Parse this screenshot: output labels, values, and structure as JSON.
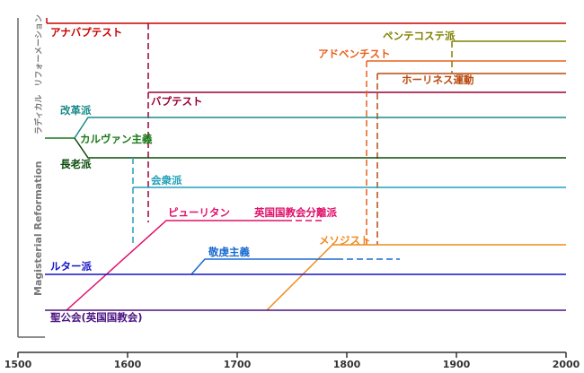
{
  "axis": {
    "ticks": [
      "1500",
      "1600",
      "1700",
      "1800",
      "1900",
      "2000"
    ]
  },
  "side": {
    "reformation_label": "Magisterial Reformation",
    "radical_label": "ラディカル　リフォーメーション"
  },
  "branches": {
    "anabaptist": "アナバプテスト",
    "pentecostal": "ペンテコステ派",
    "adventist": "アドベンチスト",
    "holiness": "ホーリネス運動",
    "baptist": "バプテスト",
    "reformed": "改革派",
    "calvinism": "カルヴァン主義",
    "presbyterian": "長老派",
    "congregational": "会衆派",
    "puritan": "ピューリタン",
    "separatist": "英国国教会分離派",
    "methodist": "メソジスト",
    "pietism": "敬虔主義",
    "lutheran": "ルター派",
    "anglican": "聖公会(英国国教会)"
  },
  "colors": {
    "anabaptist": "#cc0000",
    "baptist": "#990033",
    "pentecostal": "#808000",
    "adventist": "#e8601a",
    "holiness": "#b84a10",
    "reformed": "#1a8a8a",
    "calvinism": "#1a7a1a",
    "presbyterian": "#0a4a0a",
    "congregational": "#22a0b8",
    "puritan": "#e0106a",
    "methodist": "#f08a1c",
    "pietism": "#1a6ad0",
    "lutheran": "#1414c8",
    "anglican": "#4a1480",
    "axis": "#333333"
  }
}
